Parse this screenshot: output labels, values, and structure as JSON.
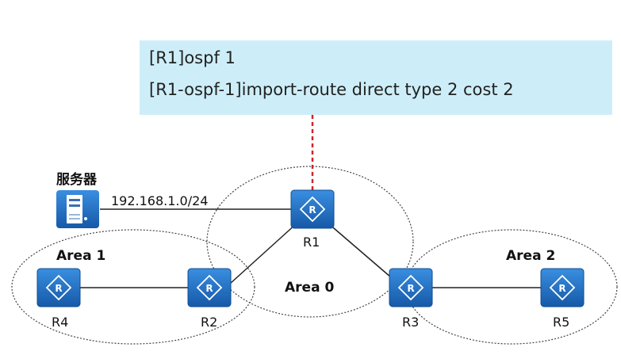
{
  "command_box": {
    "line1": "[R1]ospf 1",
    "line2": "[R1-ospf-1]import-route direct type 2 cost 2"
  },
  "server": {
    "title": "服务器",
    "network": "192.168.1.0/24"
  },
  "areas": {
    "area0": "Area 0",
    "area1": "Area 1",
    "area2": "Area 2"
  },
  "routers": {
    "r1": "R1",
    "r2": "R2",
    "r3": "R3",
    "r4": "R4",
    "r5": "R5"
  },
  "colors": {
    "router_fill": "#1f6fc4",
    "command_bg": "#cdeef8",
    "dashed_link": "#d0232a"
  },
  "icons": {
    "router": "router-icon",
    "server": "server-icon"
  }
}
